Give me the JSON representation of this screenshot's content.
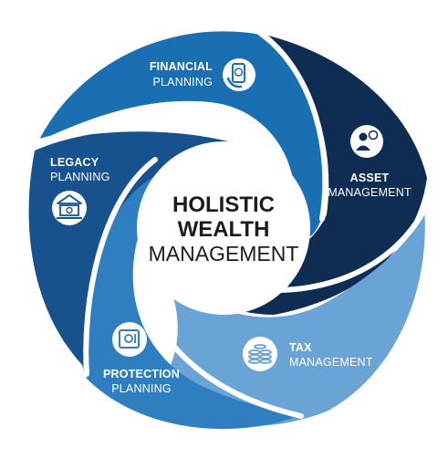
{
  "center": {
    "line1": "HOLISTIC",
    "line2": "WEALTH",
    "line3": "MANAGEMENT"
  },
  "segments": [
    {
      "id": "financial",
      "bold": "FINANCIAL",
      "thin": "PLANNING",
      "color": "#1a6fb3",
      "icon": "hand-phone-dollar-icon"
    },
    {
      "id": "asset",
      "bold": "ASSET",
      "thin": "MANAGEMENT",
      "color": "#0f2d52",
      "icon": "businessman-dollar-icon"
    },
    {
      "id": "tax",
      "bold": "TAX",
      "thin": "MANAGEMENT",
      "color": "#6aa4d6",
      "icon": "coin-stack-icon"
    },
    {
      "id": "protection",
      "bold": "PROTECTION",
      "thin": "PLANNING",
      "color": "#2f7fc0",
      "icon": "safe-icon"
    },
    {
      "id": "legacy",
      "bold": "LEGACY",
      "thin": "PLANNING",
      "color": "#17528f",
      "icon": "bank-dollar-icon"
    }
  ]
}
